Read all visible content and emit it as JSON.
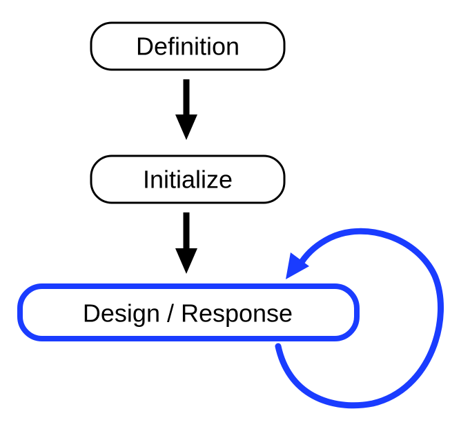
{
  "diagram": {
    "nodes": [
      {
        "id": "definition",
        "label": "Definition",
        "highlighted": false
      },
      {
        "id": "initialize",
        "label": "Initialize",
        "highlighted": false
      },
      {
        "id": "design-response",
        "label": "Design / Response",
        "highlighted": true
      }
    ],
    "edges": [
      {
        "from": "definition",
        "to": "initialize"
      },
      {
        "from": "initialize",
        "to": "design-response"
      },
      {
        "from": "design-response",
        "to": "design-response",
        "loop": true
      }
    ]
  },
  "colors": {
    "node_stroke": "#000000",
    "highlight_stroke": "#1a3cff",
    "arrow": "#000000",
    "loop_arrow": "#1a3cff",
    "background": "#ffffff"
  }
}
